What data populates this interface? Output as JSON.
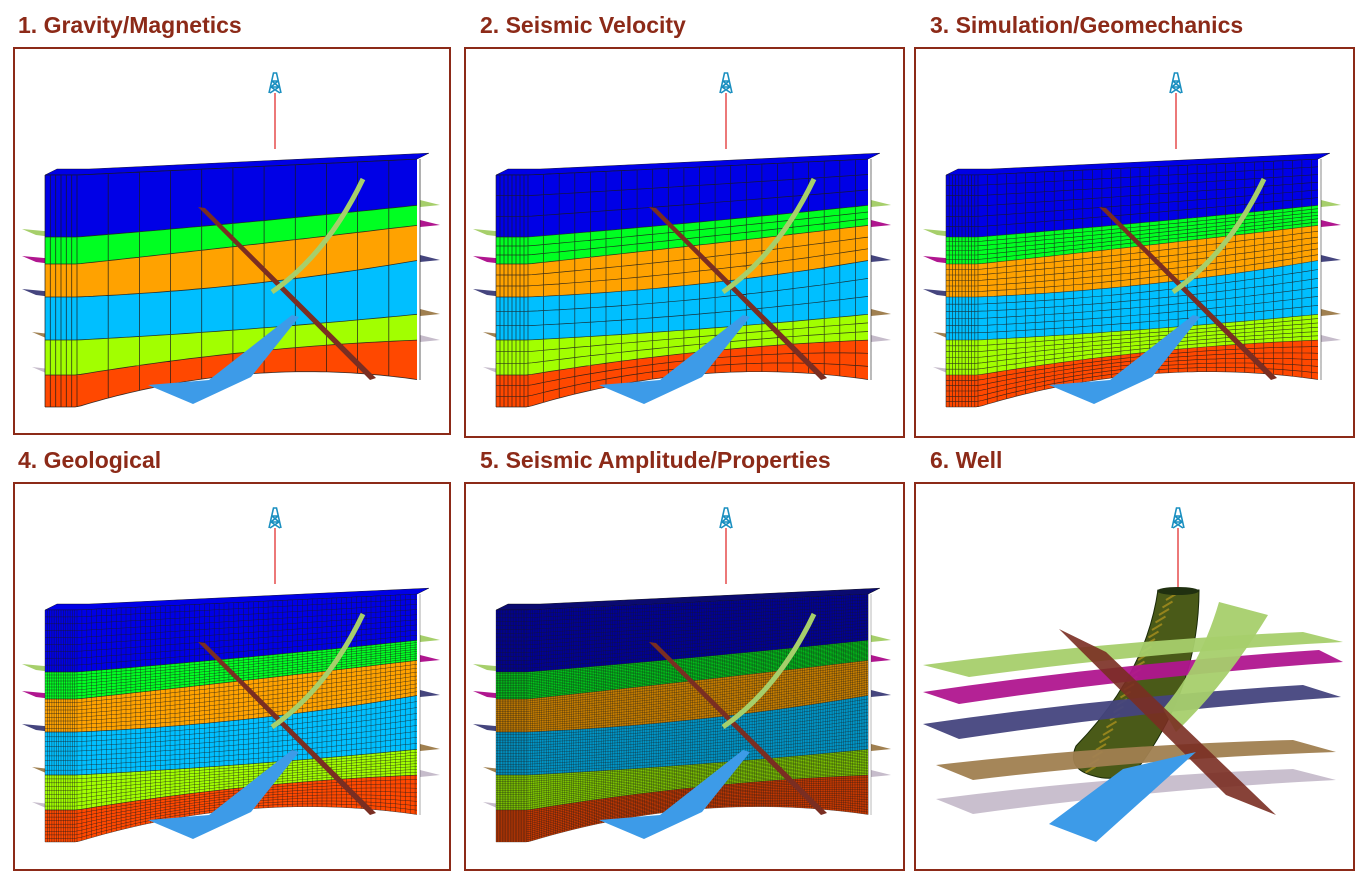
{
  "panels": [
    {
      "id": "gravity-magnetics",
      "title": "1. Gravity/Magnetics",
      "style": "model"
    },
    {
      "id": "seismic-velocity",
      "title": "2. Seismic Velocity",
      "style": "model"
    },
    {
      "id": "simulation-geomechanics",
      "title": "3. Simulation/Geomechanics",
      "style": "model"
    },
    {
      "id": "geological",
      "title": "4. Geological",
      "style": "model"
    },
    {
      "id": "seismic-amplitude-properties",
      "title": "5. Seismic Amplitude/Properties",
      "style": "model"
    },
    {
      "id": "well",
      "title": "6. Well",
      "style": "well"
    }
  ],
  "colors": {
    "title": "#8c2a18",
    "layers": [
      "#0000e6",
      "#00ff22",
      "#ffa200",
      "#00bfff",
      "#a2ff00",
      "#ff4800"
    ],
    "horizons": [
      "#a6cf6b",
      "#b0168f",
      "#45457e",
      "#a08050",
      "#c6bccb"
    ],
    "fault_brown": "#7a2e22",
    "fault_green": "#a6cf6b",
    "fault_blue": "#3d9be8",
    "derrick": "#1a8fc0",
    "well_line": "#e02020"
  }
}
